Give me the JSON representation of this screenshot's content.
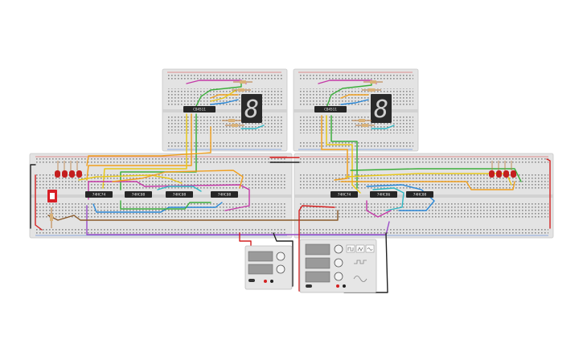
{
  "colors": {
    "board": "#e3e3e3",
    "board_dark": "#d2d2d2",
    "rail_red": "#d63a3a",
    "rail_blue": "#3b6fd6",
    "chip": "#262626",
    "wire_red": "#d42020",
    "wire_black": "#222222",
    "wire_orange": "#f0a020",
    "wire_yellow": "#e8c81a",
    "wire_green": "#3cae3c",
    "wire_blue": "#2a88d8",
    "wire_purple": "#9a4cc8",
    "wire_magenta": "#c43aa8",
    "wire_cyan": "#2fb8c4",
    "wire_brown": "#8a5a2a",
    "led": "#c41e1e",
    "switch": "#d81f26"
  },
  "icons": {
    "seven_segment": "seven-segment-display-icon",
    "power_supply": "dc-power-supply-icon",
    "function_generator": "function-generator-icon",
    "dip_switch": "dip-switch-icon",
    "led": "led-icon",
    "resistor": "resistor-icon"
  },
  "boards": {
    "top_left": {
      "chip_label": "CD4511"
    },
    "top_right": {
      "chip_label": "CD4511"
    },
    "main_left": {
      "chips": [
        "74HC74",
        "74HC08",
        "74HC08",
        "74HC08"
      ]
    },
    "main_right": {
      "chips": [
        "74HC74",
        "74HC86",
        "74HC08"
      ]
    }
  },
  "displays": {
    "left_digit": "8",
    "right_digit": "8"
  },
  "instruments": {
    "power_supply": {
      "channels": 2
    },
    "function_generator": {
      "channels": 3,
      "wave_buttons": [
        "⊓⊔",
        "╱╲",
        "∿"
      ]
    }
  }
}
